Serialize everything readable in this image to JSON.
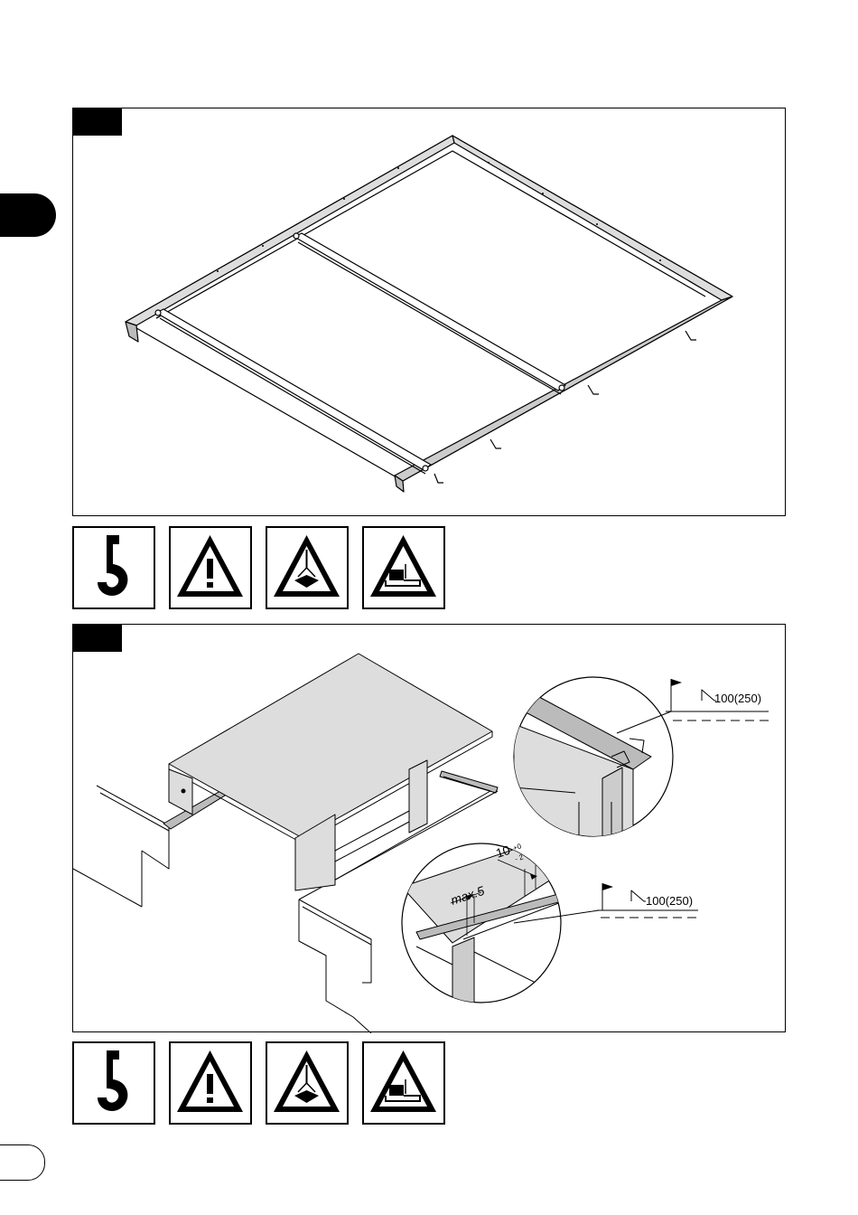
{
  "steps": [
    {
      "label": "",
      "icons": [
        {
          "icon": "crane-hook-icon"
        },
        {
          "icon": "warning-triangle-icon"
        },
        {
          "icon": "suspended-load-warning-icon"
        },
        {
          "icon": "hand-crush-warning-icon"
        }
      ]
    },
    {
      "label": "",
      "callouts": {
        "weld_upper": "100(250)",
        "weld_lower": "100(250)",
        "gap_max": "max.5",
        "offset_value": "10",
        "tol_plus": "+0",
        "tol_minus": "- 2"
      },
      "icons": [
        {
          "icon": "crane-hook-icon"
        },
        {
          "icon": "warning-triangle-icon"
        },
        {
          "icon": "suspended-load-warning-icon"
        },
        {
          "icon": "hand-crush-warning-icon"
        }
      ]
    }
  ]
}
